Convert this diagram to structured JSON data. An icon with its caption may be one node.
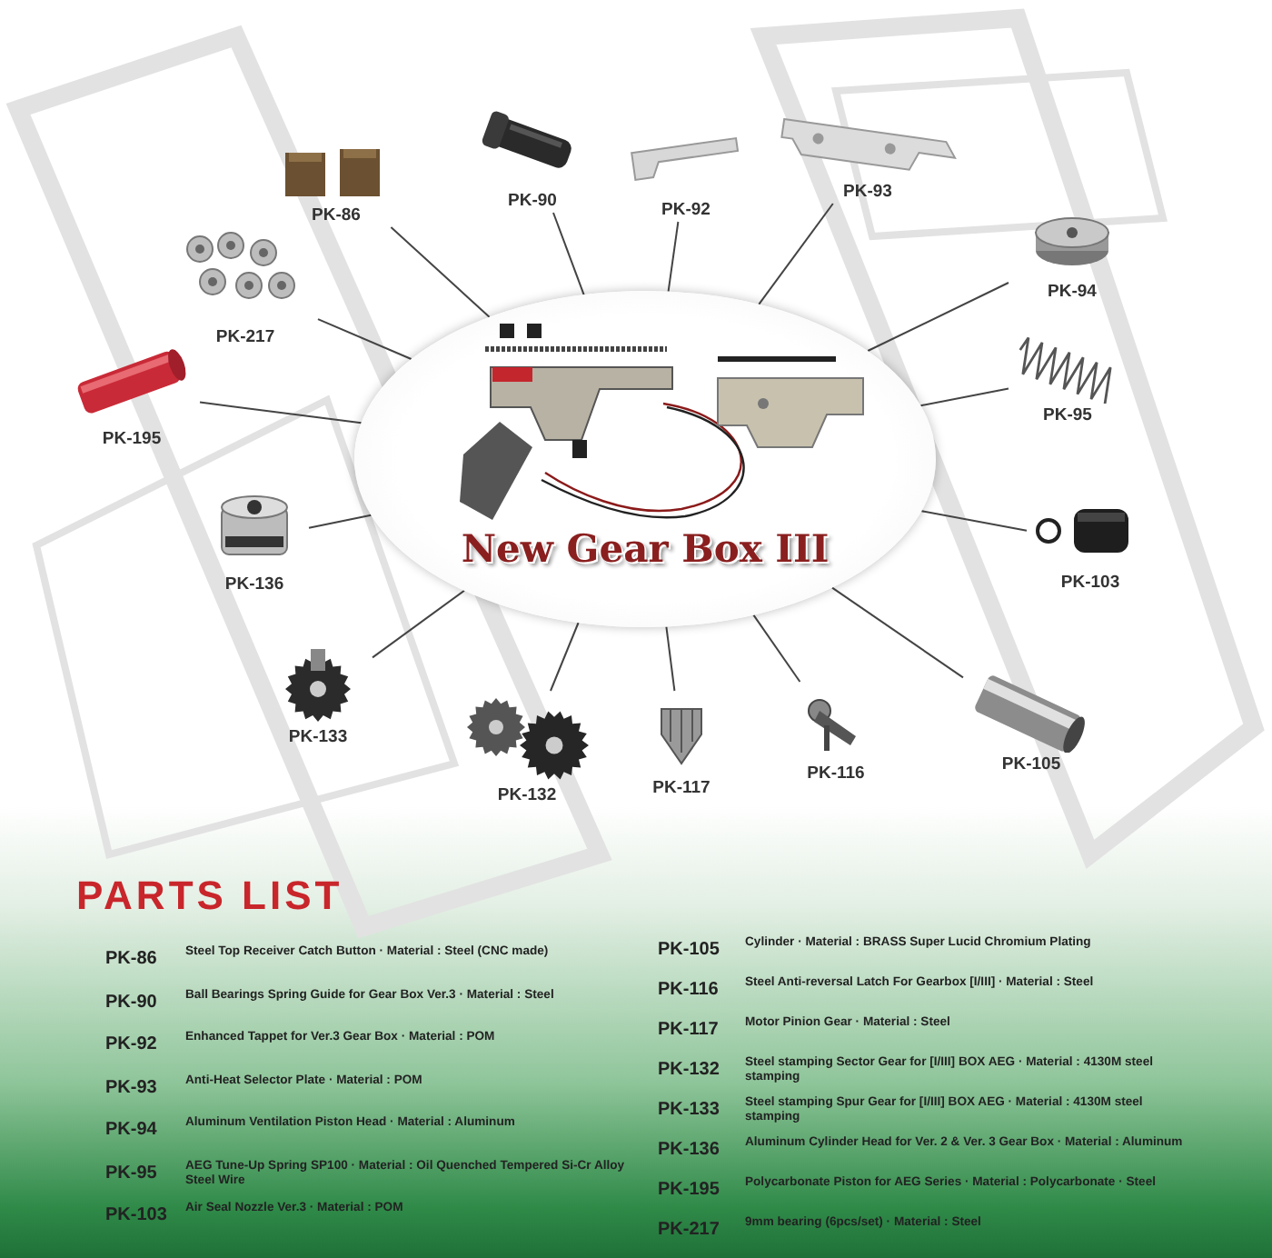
{
  "diagram": {
    "nodes": [
      {
        "text": [
          "New Gear Box III"
        ]
      },
      {
        "text": [
          "PK-86"
        ]
      },
      {
        "text": [
          "PK-90"
        ]
      },
      {
        "text": [
          "PK-92"
        ]
      },
      {
        "text": [
          "PK-93"
        ]
      },
      {
        "text": [
          "PK-94"
        ]
      },
      {
        "text": [
          "PK-217"
        ]
      },
      {
        "text": [
          "PK-195"
        ]
      },
      {
        "text": [
          "PK-95"
        ]
      },
      {
        "text": [
          "PK-136"
        ]
      },
      {
        "text": [
          "PK-103"
        ]
      },
      {
        "text": [
          "PK-133"
        ]
      },
      {
        "text": [
          "PK-132"
        ]
      },
      {
        "text": [
          "PK-117"
        ]
      },
      {
        "text": [
          "PK-116"
        ]
      },
      {
        "text": [
          "PK-105"
        ]
      }
    ],
    "edges": [
      {
        "from": 1,
        "to": 0,
        "arrow": "none"
      },
      {
        "from": 2,
        "to": 0,
        "arrow": "none"
      },
      {
        "from": 3,
        "to": 0,
        "arrow": "none"
      },
      {
        "from": 4,
        "to": 0,
        "arrow": "none"
      },
      {
        "from": 5,
        "to": 0,
        "arrow": "none"
      },
      {
        "from": 6,
        "to": 0,
        "arrow": "none"
      },
      {
        "from": 7,
        "to": 0,
        "arrow": "none"
      },
      {
        "from": 8,
        "to": 0,
        "arrow": "none"
      },
      {
        "from": 9,
        "to": 0,
        "arrow": "none"
      },
      {
        "from": 10,
        "to": 0,
        "arrow": "none"
      },
      {
        "from": 11,
        "to": 0,
        "arrow": "none"
      },
      {
        "from": 12,
        "to": 0,
        "arrow": "none"
      },
      {
        "from": 13,
        "to": 0,
        "arrow": "none"
      },
      {
        "from": 14,
        "to": 0,
        "arrow": "none"
      },
      {
        "from": 15,
        "to": 0,
        "arrow": "none"
      }
    ],
    "labels": [
      "PARTS LIST",
      "PK-86",
      "Steel Top Receiver Catch Button · Material : Steel (CNC made)",
      "PK-90",
      "Ball Bearings Spring Guide for Gear Box Ver.3 · Material : Steel",
      "PK-92",
      "Enhanced Tappet for Ver.3 Gear Box · Material : POM",
      "PK-93",
      "Anti-Heat Selector Plate · Material : POM",
      "PK-94",
      "Aluminum Ventilation Piston Head · Material : Aluminum",
      "PK-95",
      "AEG Tune-Up Spring SP100 · Material : Oil Quenched Tempered Si-Cr Alloy Steel Wire",
      "PK-103",
      "Air Seal Nozzle Ver.3 · Material : POM",
      "PK-105",
      "Cylinder · Material : BRASS Super Lucid Chromium Plating",
      "PK-116",
      "Steel Anti-reversal Latch For Gearbox [I/III] · Material : Steel",
      "PK-117",
      "Motor Pinion Gear · Material : Steel",
      "PK-132",
      "Steel stamping Sector Gear for [I/III] BOX AEG · Material : 4130M steel stamping",
      "PK-133",
      "Steel stamping Spur Gear for [I/III] BOX AEG · Material : 4130M steel stamping",
      "PK-136",
      "Aluminum Cylinder Head for Ver. 2 & Ver. 3 Gear Box · Material : Aluminum",
      "PK-195",
      "Polycarbonate Piston for AEG Series · Material : Polycarbonate · Steel",
      "PK-217",
      "9mm bearing (6pcs/set) · Material : Steel"
    ]
  }
}
